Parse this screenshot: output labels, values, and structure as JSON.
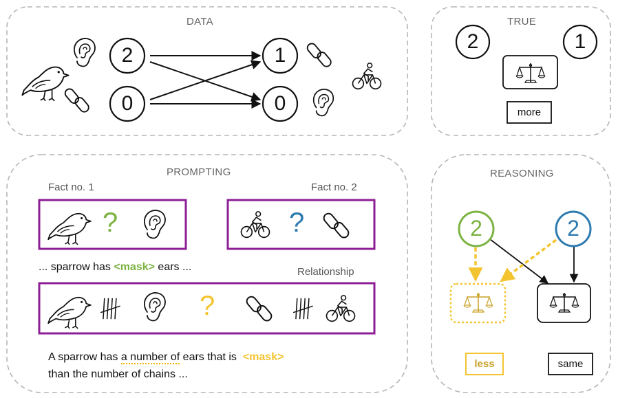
{
  "panels": {
    "data": {
      "title": "DATA"
    },
    "true": {
      "title": "TRUE"
    },
    "prompting": {
      "title": "PROMPTING"
    },
    "reasoning": {
      "title": "REASONING"
    }
  },
  "data_panel": {
    "left_nodes": [
      "2",
      "0"
    ],
    "right_nodes": [
      "1",
      "0"
    ]
  },
  "true_panel": {
    "left_node": "2",
    "right_node": "1",
    "answer": "more"
  },
  "prompting_panel": {
    "fact1_label": "Fact no. 1",
    "fact2_label": "Fact no. 2",
    "relationship_label": "Relationship",
    "question_mark": "?",
    "sentence1_pre": "... sparrow has ",
    "sentence1_mask": "<mask>",
    "sentence1_post": " ears ...",
    "sentence2_line1_pre": "A sparrow has ",
    "sentence2_line1_underlined": "a number of",
    "sentence2_line1_mid": " ears that is ",
    "sentence2_line1_mask": "<mask>",
    "sentence2_line2": "than the number of chains ..."
  },
  "reasoning_panel": {
    "left_node": "2",
    "right_node": "2",
    "left_answer": "less",
    "right_answer": "same"
  },
  "colors": {
    "panel_border": "#b5b5b5",
    "fact_box": "#8e1e96",
    "green": "#7cb342",
    "blue": "#2e7bb0",
    "yellow": "#f4c430",
    "ink": "#111111"
  }
}
